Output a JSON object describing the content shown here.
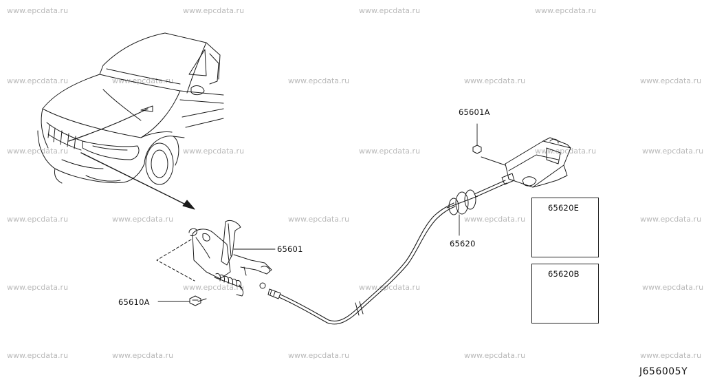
{
  "watermark": "www.epcdata.ru",
  "diagram_code": "J656005Y",
  "parts": {
    "bolt_top": "65601A",
    "lock_assembly": "65601",
    "cable": "65620",
    "bolt_lower": "65610A",
    "clip_e": "65620E",
    "clip_b": "65620B"
  }
}
